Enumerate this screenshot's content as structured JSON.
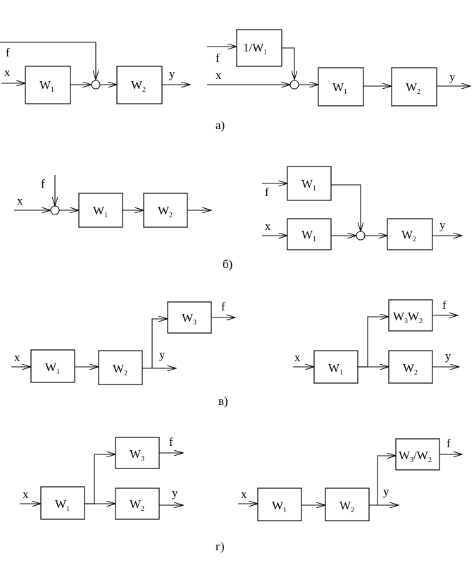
{
  "labels": {
    "x": "x",
    "f": "f",
    "y": "y",
    "w": "W",
    "sub1": "1",
    "sub2": "2",
    "sub3": "3",
    "inv_prefix": "1/W",
    "slash": "/"
  },
  "captions": {
    "a": "а)",
    "b": "б)",
    "v": "в)",
    "g": "г)"
  }
}
